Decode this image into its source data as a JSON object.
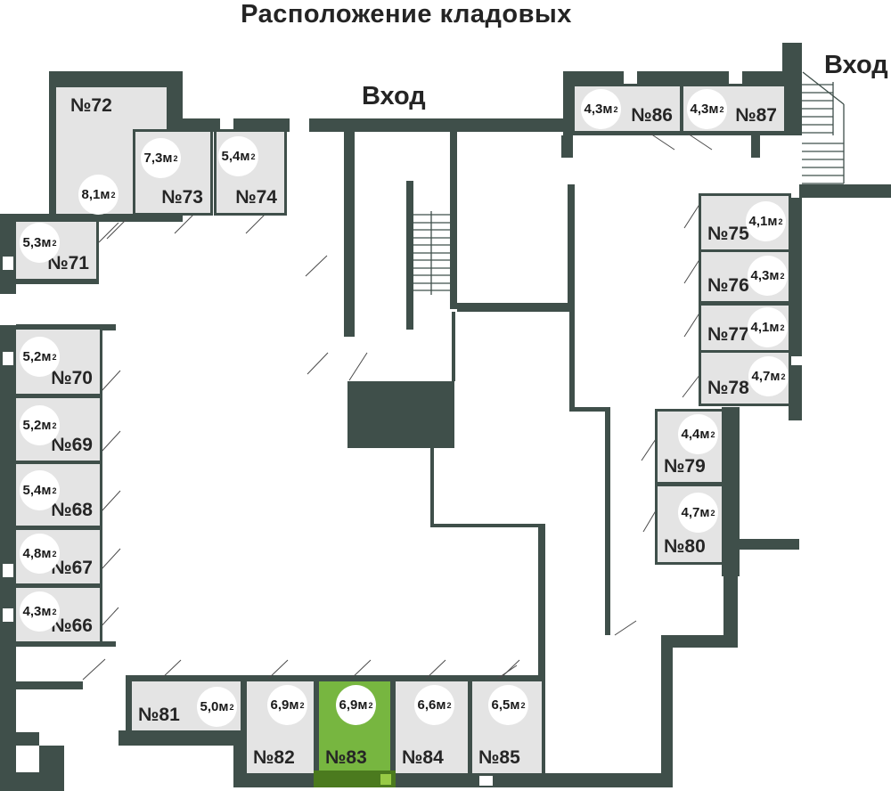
{
  "title": "Расположение кладовых",
  "entrances": {
    "top": "Вход",
    "right": "Вход"
  },
  "rooms": {
    "r66": {
      "label": "№66",
      "area": "4,3м²"
    },
    "r67": {
      "label": "№67",
      "area": "4,8м²"
    },
    "r68": {
      "label": "№68",
      "area": "5,4м²"
    },
    "r69": {
      "label": "№69",
      "area": "5,2м²"
    },
    "r70": {
      "label": "№70",
      "area": "5,2м²"
    },
    "r71": {
      "label": "№71",
      "area": "5,3м²"
    },
    "r72": {
      "label": "№72",
      "area": "8,1м²"
    },
    "r73": {
      "label": "№73",
      "area": "7,3м²"
    },
    "r74": {
      "label": "№74",
      "area": "5,4м²"
    },
    "r75": {
      "label": "№75",
      "area": "4,1м²"
    },
    "r76": {
      "label": "№76",
      "area": "4,3м²"
    },
    "r77": {
      "label": "№77",
      "area": "4,1м²"
    },
    "r78": {
      "label": "№78",
      "area": "4,7м²"
    },
    "r79": {
      "label": "№79",
      "area": "4,4м²"
    },
    "r80": {
      "label": "№80",
      "area": "4,7м²"
    },
    "r81": {
      "label": "№81",
      "area": "5,0м²"
    },
    "r82": {
      "label": "№82",
      "area": "6,9м²"
    },
    "r83": {
      "label": "№83",
      "area": "6,9м²",
      "highlighted": true
    },
    "r84": {
      "label": "№84",
      "area": "6,6м²"
    },
    "r85": {
      "label": "№85",
      "area": "6,5м²"
    },
    "r86": {
      "label": "№86",
      "area": "4,3м²"
    },
    "r87": {
      "label": "№87",
      "area": "4,3м²"
    }
  },
  "colors": {
    "wall": "#3f4f4a",
    "room_fill": "#e4e4e4",
    "highlight_fill": "#77b640",
    "highlight_wall": "#4b7a1e",
    "highlight_door": "#97ca45"
  }
}
